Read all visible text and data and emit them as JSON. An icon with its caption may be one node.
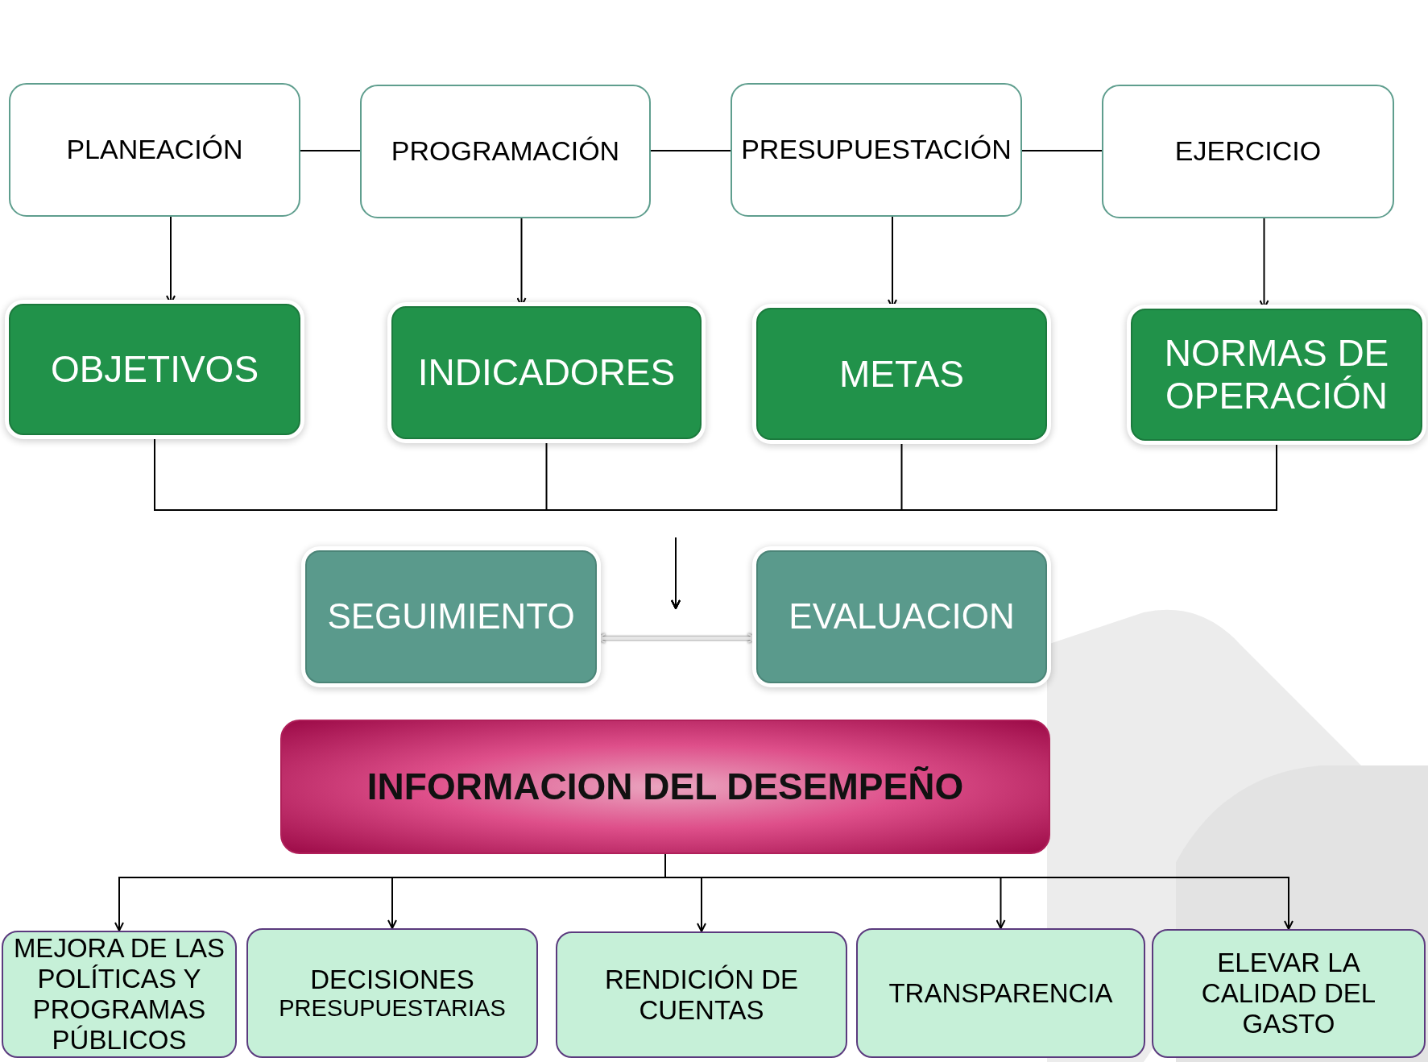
{
  "diagram": {
    "nodes": [
      {
        "text": [
          "PLANEACIÓN"
        ]
      },
      {
        "text": [
          "PROGRAMACIÓN"
        ]
      },
      {
        "text": [
          "PRESUPUESTACIÓN"
        ]
      },
      {
        "text": [
          "EJERCICIO"
        ]
      },
      {
        "text": [
          "OBJETIVOS"
        ]
      },
      {
        "text": [
          "INDICADORES"
        ]
      },
      {
        "text": [
          "METAS"
        ]
      },
      {
        "text": [
          "NORMAS DE OPERACIÓN"
        ]
      },
      {
        "text": [
          "SEGUIMIENTO"
        ]
      },
      {
        "text": [
          "EVALUACION"
        ]
      },
      {
        "text": [
          "INFORMACION DEL DESEMPEÑO"
        ]
      },
      {
        "text": [
          "MEJORA DE LAS POLÍTICAS Y PROGRAMAS PÚBLICOS"
        ]
      },
      {
        "text": [
          "DECISIONES",
          "PRESUPUESTARIAS"
        ]
      },
      {
        "text": [
          "RENDICIÓN DE CUENTAS"
        ]
      },
      {
        "text": [
          "TRANSPARENCIA"
        ]
      },
      {
        "text": [
          "ELEVAR LA CALIDAD DEL GASTO"
        ]
      }
    ],
    "edges": [
      {
        "from": 0,
        "to": 1,
        "arrow": "none"
      },
      {
        "from": 1,
        "to": 2,
        "arrow": "none"
      },
      {
        "from": 2,
        "to": 3,
        "arrow": "none"
      },
      {
        "from": 0,
        "to": 4,
        "arrow": "to"
      },
      {
        "from": 1,
        "to": 5,
        "arrow": "to"
      },
      {
        "from": 2,
        "to": 6,
        "arrow": "to"
      },
      {
        "from": 3,
        "to": 7,
        "arrow": "to"
      },
      {
        "from": 4,
        "to": null,
        "arrow": "to"
      },
      {
        "from": 5,
        "to": null,
        "arrow": "to"
      },
      {
        "from": 6,
        "to": null,
        "arrow": "to"
      },
      {
        "from": 7,
        "to": null,
        "arrow": "to"
      },
      {
        "from": 8,
        "to": 9,
        "arrow": "both",
        "color": "#e6e6e6"
      },
      {
        "from": 10,
        "to": 11,
        "arrow": "to"
      },
      {
        "from": 10,
        "to": 12,
        "arrow": "to"
      },
      {
        "from": 10,
        "to": 13,
        "arrow": "to"
      },
      {
        "from": 10,
        "to": 14,
        "arrow": "to"
      },
      {
        "from": 10,
        "to": 15,
        "arrow": "to"
      }
    ]
  }
}
